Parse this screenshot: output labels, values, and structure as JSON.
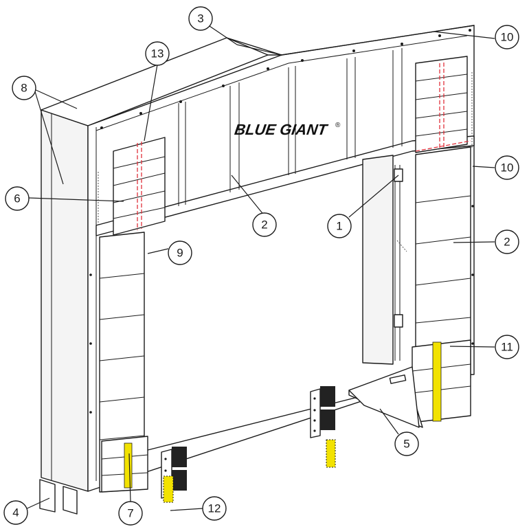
{
  "brand": {
    "logo_text": "BLUE GIANT",
    "mark": "®"
  },
  "callouts": [
    {
      "id": "c1",
      "number": "1"
    },
    {
      "id": "c2a",
      "number": "2"
    },
    {
      "id": "c2b",
      "number": "2"
    },
    {
      "id": "c3",
      "number": "3"
    },
    {
      "id": "c4",
      "number": "4"
    },
    {
      "id": "c5",
      "number": "5"
    },
    {
      "id": "c6",
      "number": "6"
    },
    {
      "id": "c7",
      "number": "7"
    },
    {
      "id": "c8",
      "number": "8"
    },
    {
      "id": "c9",
      "number": "9"
    },
    {
      "id": "c10a",
      "number": "10"
    },
    {
      "id": "c10b",
      "number": "10"
    },
    {
      "id": "c11",
      "number": "11"
    },
    {
      "id": "c12",
      "number": "12"
    },
    {
      "id": "c13",
      "number": "13"
    }
  ],
  "colors": {
    "line": "#1a1a1a",
    "safety_stripe": "#f2e200",
    "hidden_line": "#e0303a"
  }
}
